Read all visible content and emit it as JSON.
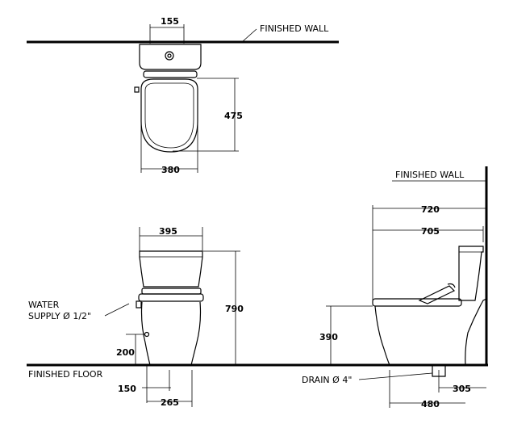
{
  "labels": {
    "finished_wall_top": "FINISHED  WALL",
    "finished_wall_side": "FINISHED  WALL",
    "finished_floor": "FINISHED  FLOOR",
    "water_supply_1": "WATER",
    "water_supply_2": "SUPPLY Ø 1/2\"",
    "drain": "DRAIN Ø 4\""
  },
  "dimensions": {
    "plan_supply_offset": "155",
    "plan_depth": "475",
    "plan_width": "380",
    "front_top_width": "395",
    "front_height": "790",
    "front_supply_height": "200",
    "front_supply_offset": "150",
    "front_base_width": "265",
    "side_overall_length": "720",
    "side_bowl_length": "705",
    "side_seat_height": "390",
    "side_drain_offset": "305",
    "side_base_length": "480"
  }
}
